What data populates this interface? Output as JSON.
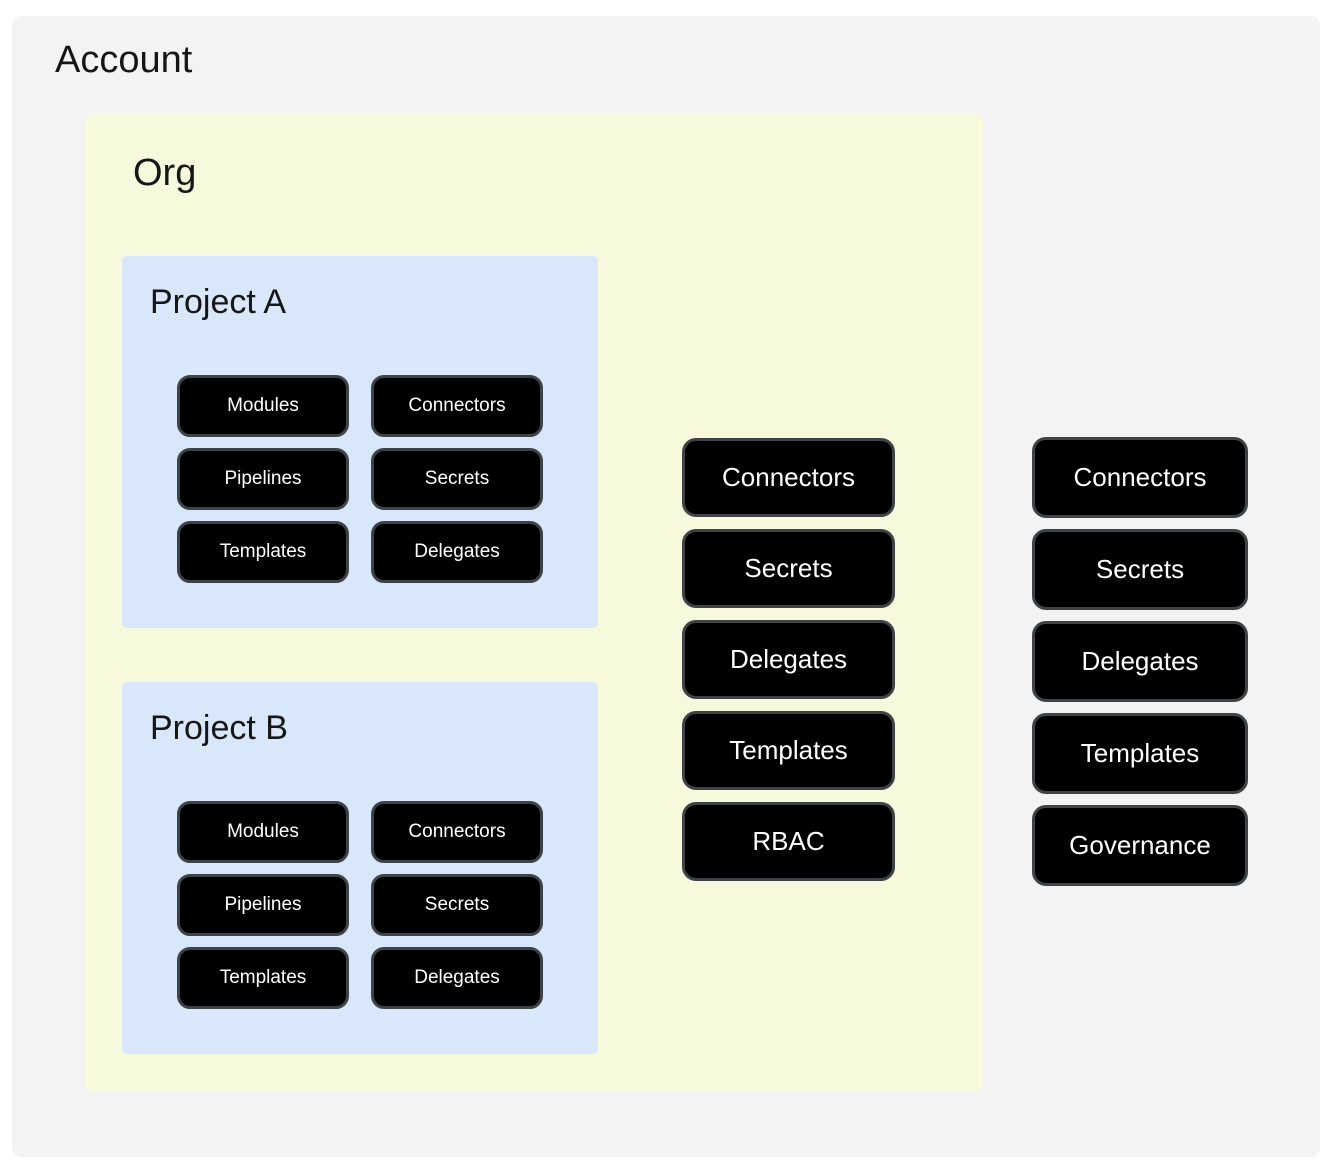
{
  "palette": {
    "page_bg": "#ffffff",
    "account_bg": "#f3f3f4",
    "org_bg": "#f7f9dd",
    "project_bg": "#d8e8fa",
    "node_bg": "#000000",
    "node_border": "#3e4347",
    "node_text": "#ffffff",
    "title_text": "#161616"
  },
  "account": {
    "title": "Account",
    "resources": [
      "Connectors",
      "Secrets",
      "Delegates",
      "Templates",
      "Governance"
    ],
    "org": {
      "title": "Org",
      "resources": [
        "Connectors",
        "Secrets",
        "Delegates",
        "Templates",
        "RBAC"
      ],
      "projects": [
        {
          "title": "Project A",
          "resources": [
            "Modules",
            "Connectors",
            "Pipelines",
            "Secrets",
            "Templates",
            "Delegates"
          ]
        },
        {
          "title": "Project B",
          "resources": [
            "Modules",
            "Connectors",
            "Pipelines",
            "Secrets",
            "Templates",
            "Delegates"
          ]
        }
      ]
    }
  }
}
